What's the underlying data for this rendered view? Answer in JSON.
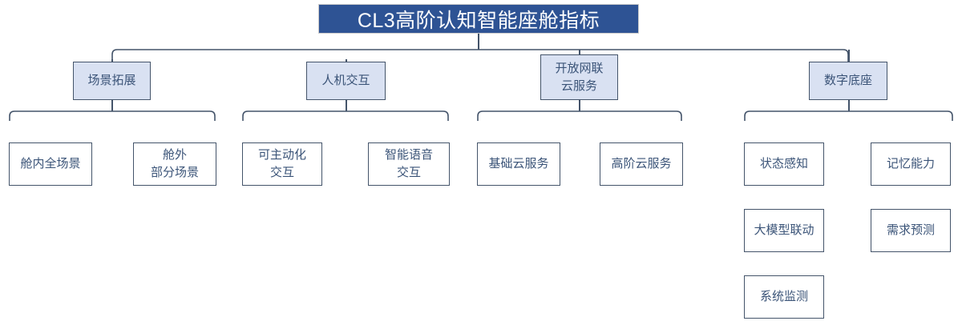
{
  "diagram": {
    "type": "hierarchy-tree",
    "title": "CL3高阶认知智能座舱指标",
    "colors": {
      "title_bg": "#2E5394",
      "title_text": "#FFFFFF",
      "level2_fill": "#D9E1F2",
      "border": "#44546A",
      "text": "#3B5478",
      "background": "#FFFFFF"
    },
    "branches": [
      {
        "id": "scene",
        "label": "场景拓展",
        "children": [
          {
            "id": "scene-in",
            "label": "舱内全场景"
          },
          {
            "id": "scene-out",
            "label": "舱外\n部分场景"
          }
        ]
      },
      {
        "id": "hmi",
        "label": "人机交互",
        "children": [
          {
            "id": "hmi-proactive",
            "label": "可主动化\n交互"
          },
          {
            "id": "hmi-voice",
            "label": "智能语音\n交互"
          }
        ]
      },
      {
        "id": "cloud",
        "label": "开放网联\n云服务",
        "children": [
          {
            "id": "cloud-basic",
            "label": "基础云服务"
          },
          {
            "id": "cloud-adv",
            "label": "高阶云服务"
          }
        ]
      },
      {
        "id": "digital-base",
        "label": "数字底座",
        "children": [
          {
            "id": "db-state",
            "label": "状态感知"
          },
          {
            "id": "db-memory",
            "label": "记忆能力"
          },
          {
            "id": "db-llm",
            "label": "大模型联动"
          },
          {
            "id": "db-demand",
            "label": "需求预测"
          },
          {
            "id": "db-monitor",
            "label": "系统监测"
          }
        ]
      }
    ]
  }
}
